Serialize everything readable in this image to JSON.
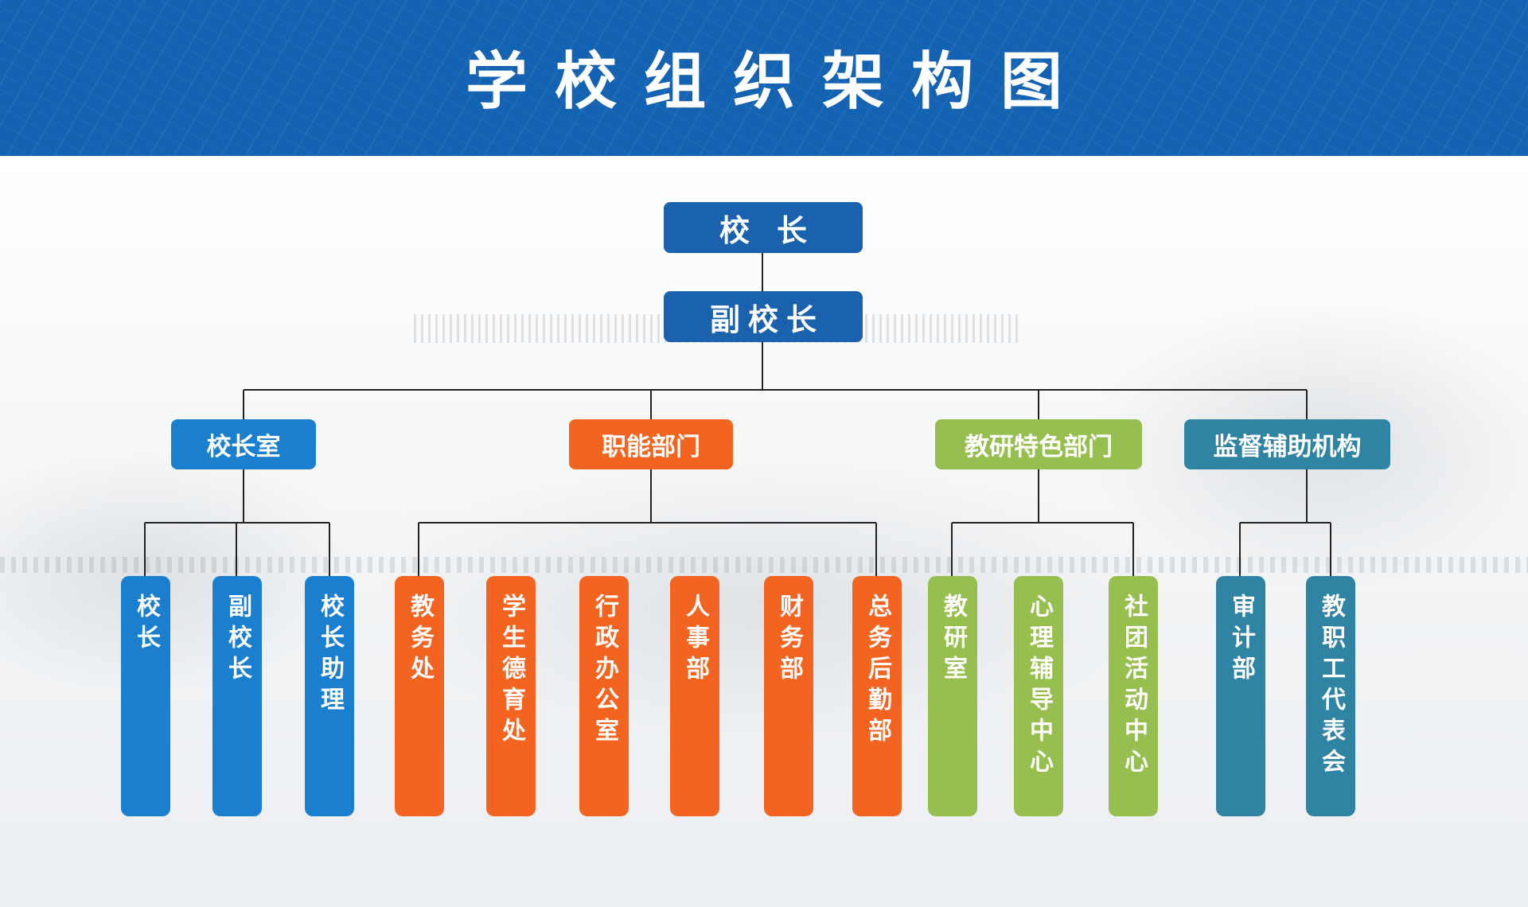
{
  "title": "学校组织架构图",
  "top": "校长",
  "vice": "副校长",
  "categories": {
    "principal_office": "校长室",
    "functional": "职能部门",
    "research": "教研特色部门",
    "supervision": "监督辅助机构"
  },
  "units": {
    "principal_office": [
      "校长",
      "副校长",
      "校长助理"
    ],
    "functional": [
      "教务处",
      "学生德育处",
      "行政办公室",
      "人事部",
      "财务部",
      "总务后勤部"
    ],
    "research": [
      "教研室",
      "心理辅导中心",
      "社团活动中心"
    ],
    "supervision": [
      "审计部",
      "教职工代表会"
    ]
  },
  "colors": {
    "banner": "#1463b3",
    "top_boxes": "#1a62ad",
    "principal_office": "#1b7fd0",
    "functional": "#f2641f",
    "research": "#97bf4f",
    "supervision": "#2f83a3"
  }
}
